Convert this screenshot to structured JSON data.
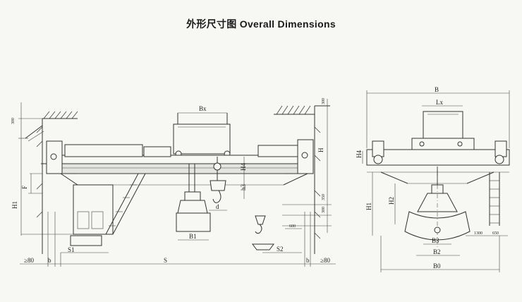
{
  "title": "外形尺寸图 Overall Dimensions",
  "front_view": {
    "labels": {
      "bx": "Bx",
      "h4": "H4",
      "h3": "h3",
      "d": "d",
      "b1": "B1",
      "s1": "S1",
      "s2": "S2",
      "s": "S",
      "h1": "H1",
      "f": "F",
      "h": "H",
      "b_left": "b",
      "b_right": "b",
      "ge80_left": "≥80",
      "ge80_right": "≥80"
    },
    "dims": {
      "d300_top_left": "300",
      "d300_top_right": "300",
      "d350": "350",
      "d300_right": "300",
      "d600": "600"
    }
  },
  "side_view": {
    "labels": {
      "b": "B",
      "lx": "Lx",
      "h4": "H4",
      "h2": "H2",
      "b3": "B3",
      "b2": "B2",
      "b0": "B0"
    },
    "dims": {
      "d1300": "1300",
      "d650": "650"
    }
  }
}
